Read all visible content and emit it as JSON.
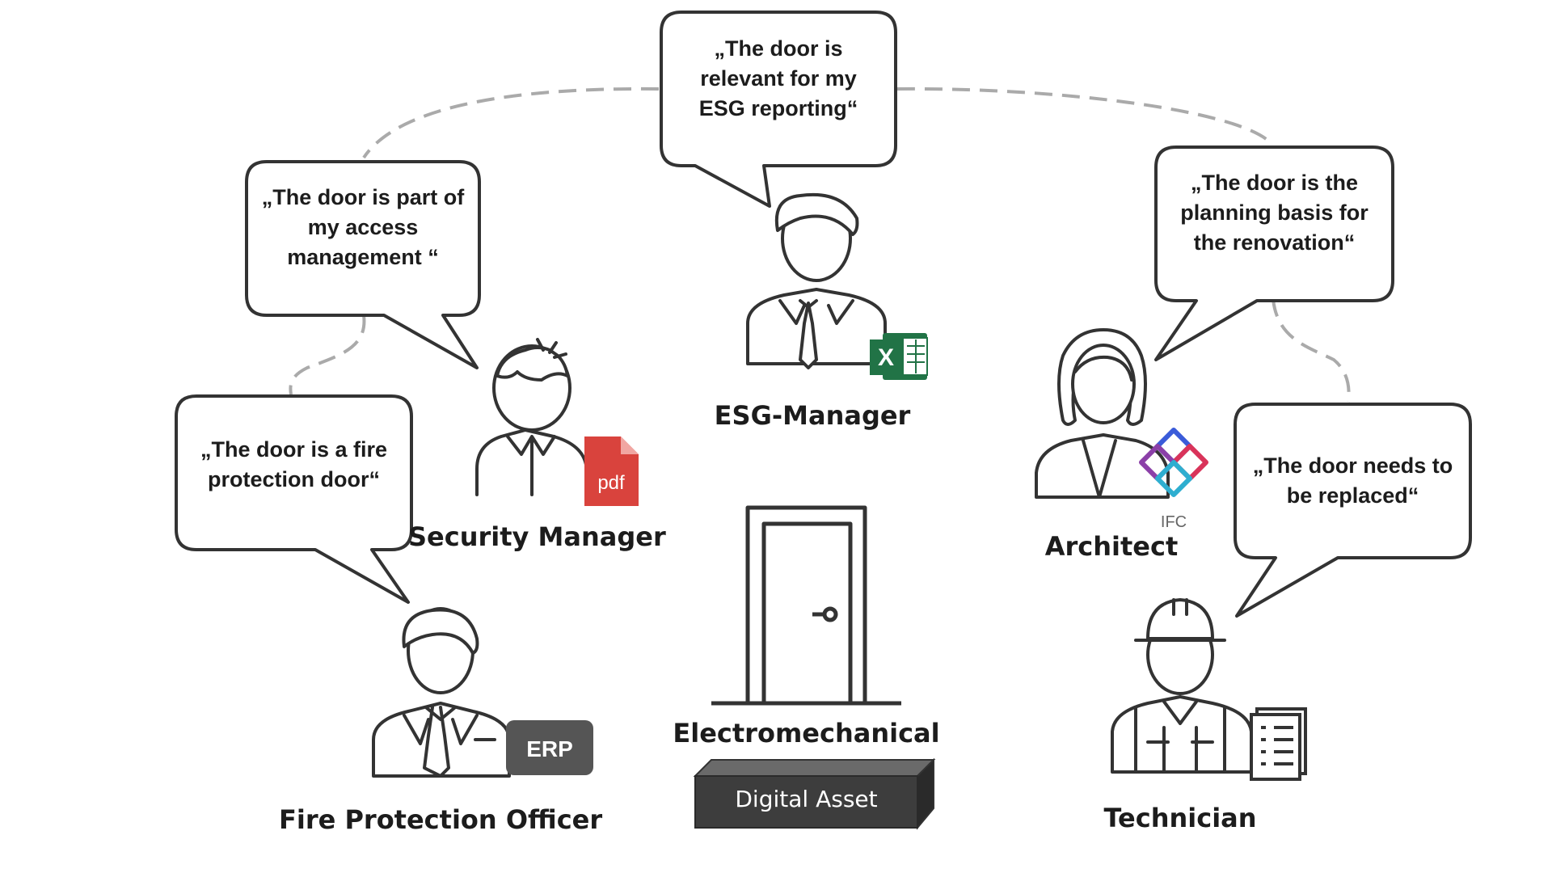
{
  "roles": [
    {
      "id": "esg",
      "name": "ESG-Manager",
      "quote": "„The door is\nrelevant for my\nESG reporting“",
      "badge": "X"
    },
    {
      "id": "security",
      "name": "Security Manager",
      "quote": "„The door is part of\nmy access\nmanagement “",
      "badge": "pdf"
    },
    {
      "id": "fire",
      "name": "Fire Protection Officer",
      "quote": "„The door is a fire\nprotection door“",
      "badge": "ERP"
    },
    {
      "id": "architect",
      "name": "Architect",
      "quote": "„The door is the\nplanning basis for\nthe renovation“",
      "badge": "IFC"
    },
    {
      "id": "technician",
      "name": "Technician",
      "quote": "„The door needs to\nbe replaced“",
      "badge": "checklist-icon"
    }
  ],
  "center": {
    "caption": "Electromechanical",
    "asset_label": "Digital Asset"
  },
  "colors": {
    "outline": "#333333",
    "dashed_arc": "#aaaaaa",
    "pdf_red": "#d9433d",
    "excel_green": "#217346",
    "erp_gray": "#555555",
    "asset_dark": "#3d3d3d"
  }
}
